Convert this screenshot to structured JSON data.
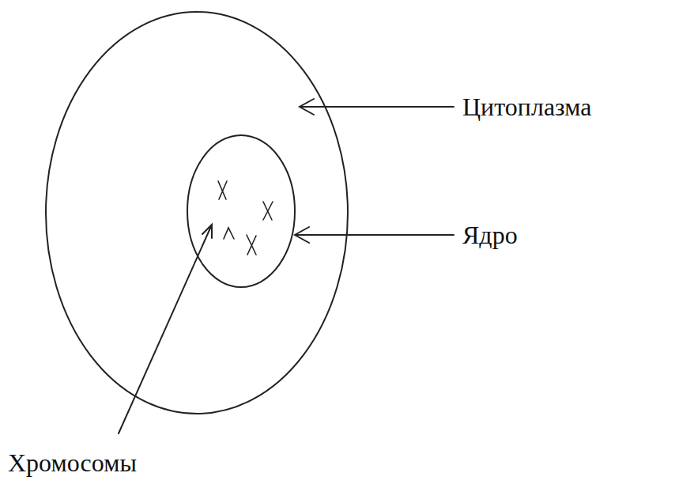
{
  "diagram": {
    "labels": [
      "Цитоплазма",
      "Ядро",
      "Хромосомы"
    ]
  }
}
